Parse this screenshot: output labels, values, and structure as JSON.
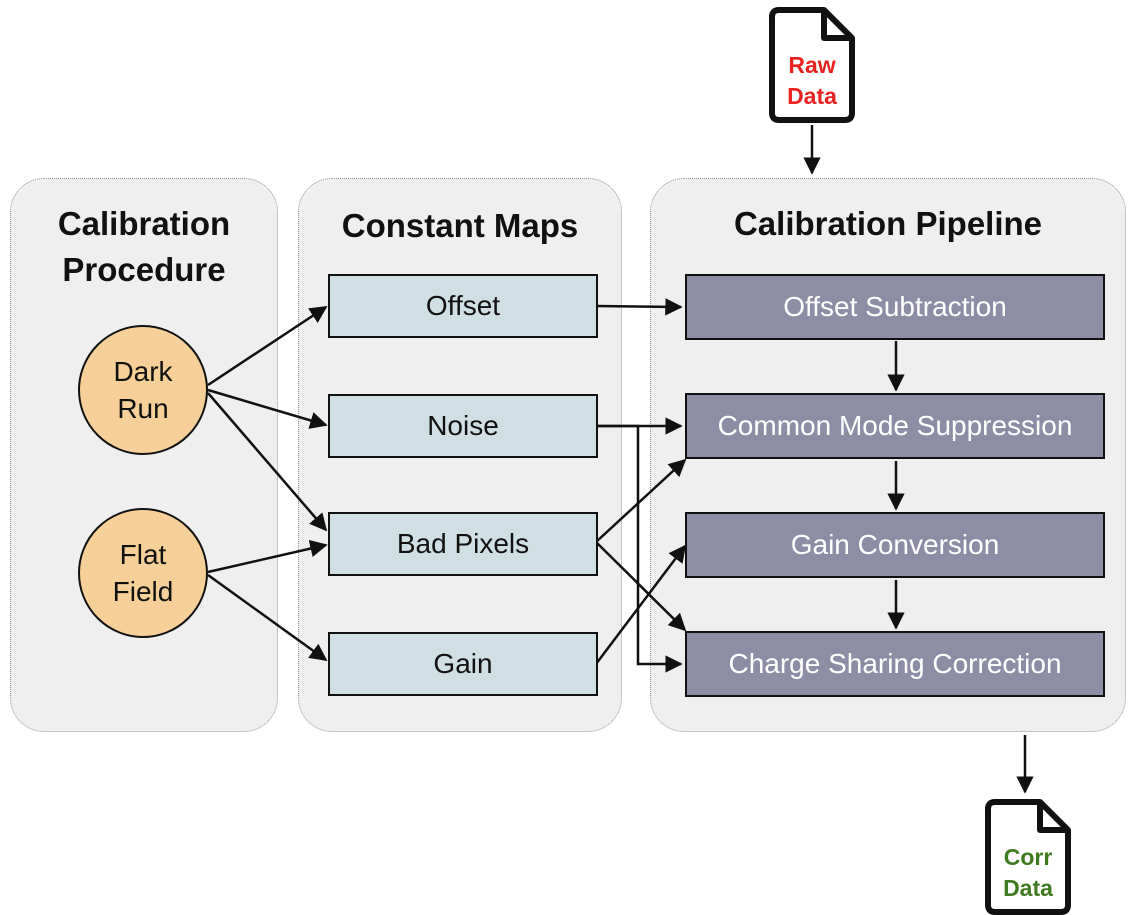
{
  "panels": {
    "procedure": {
      "title_line1": "Calibration",
      "title_line2": "Procedure"
    },
    "maps": {
      "title": "Constant Maps"
    },
    "pipeline": {
      "title": "Calibration Pipeline"
    }
  },
  "sources": [
    {
      "line1": "Dark",
      "line2": "Run"
    },
    {
      "line1": "Flat",
      "line2": "Field"
    }
  ],
  "constant_maps": [
    "Offset",
    "Noise",
    "Bad Pixels",
    "Gain"
  ],
  "pipeline_steps": [
    "Offset Subtraction",
    "Common Mode Suppression",
    "Gain Conversion",
    "Charge Sharing Correction"
  ],
  "input_doc": {
    "line1": "Raw",
    "line2": "Data",
    "color": "#e8231f"
  },
  "output_doc": {
    "line1": "Corr",
    "line2": "Data",
    "color": "#3e7a1f"
  },
  "colors": {
    "panel_bg": "#efefef",
    "map_box": "#d0dfe3",
    "pipeline_box": "#8d8ea6",
    "source_circle": "#f6cf99"
  }
}
